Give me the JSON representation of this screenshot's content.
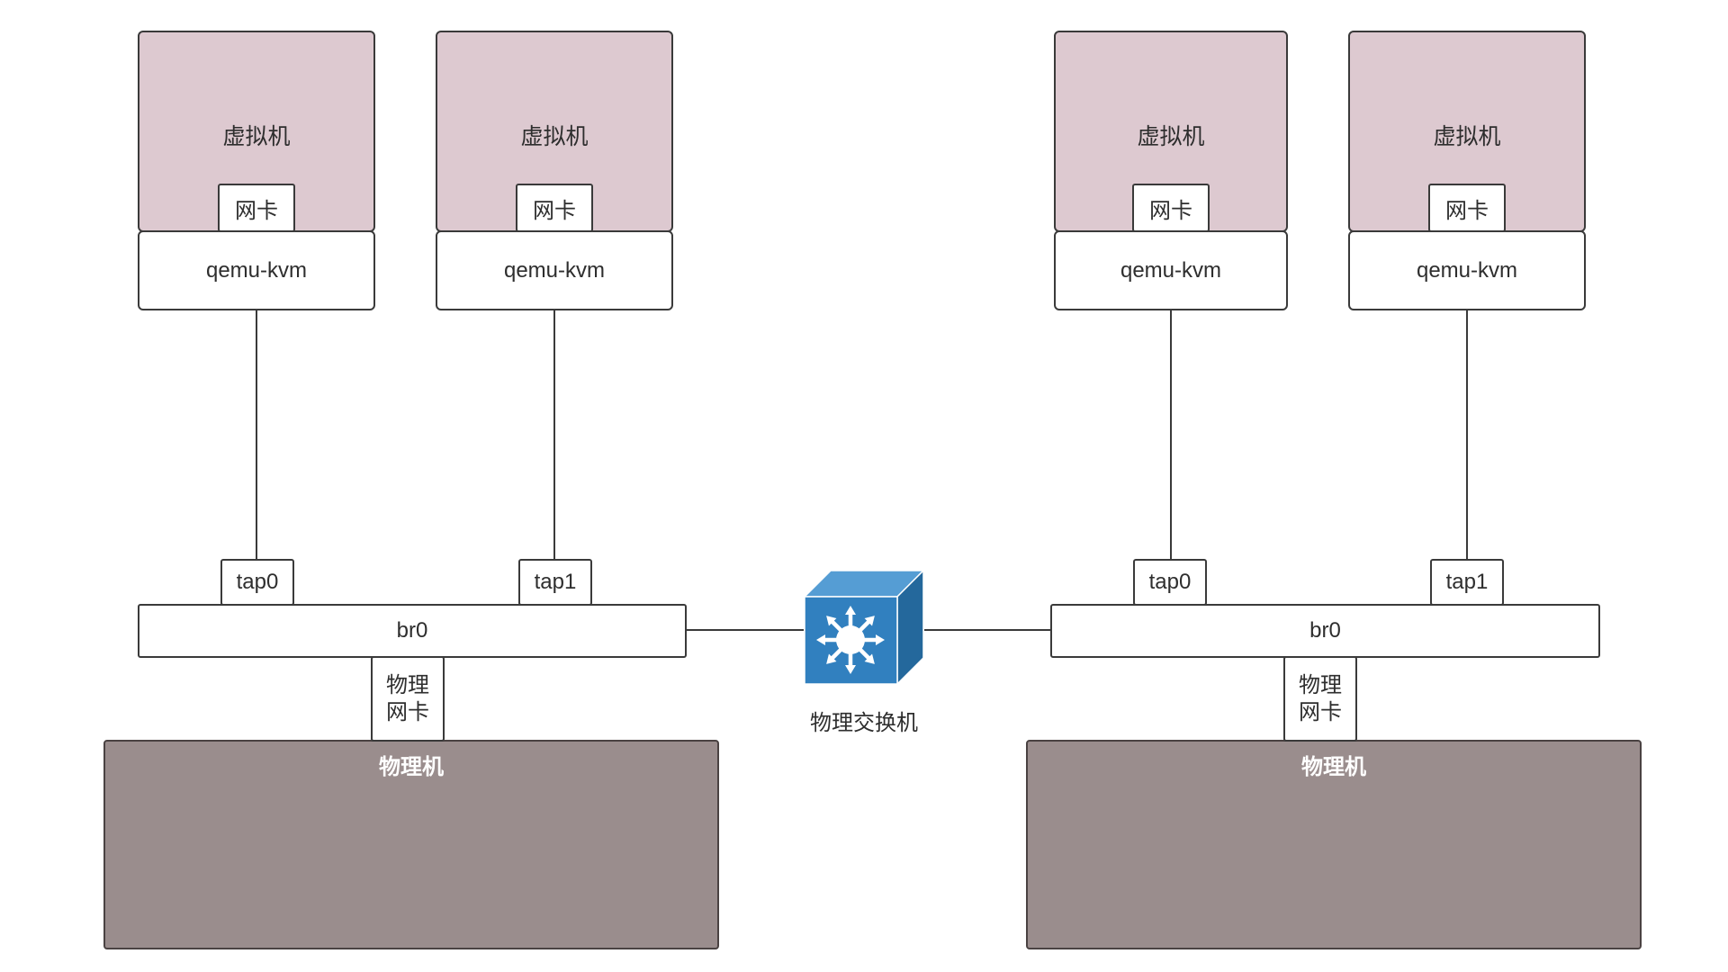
{
  "colors": {
    "vm_fill": "#ddc9d0",
    "host_fill": "#9a8d8d",
    "box_border": "#3a3a3a",
    "switch_front": "#3180bf",
    "switch_top": "#559dd4",
    "switch_side": "#24689c",
    "background": "#ffffff"
  },
  "switch": {
    "label": "物理交换机"
  },
  "hosts": [
    {
      "label": "物理机",
      "bridge": "br0",
      "phys_nic": "物理\n网卡",
      "vms": [
        {
          "label": "虚拟机",
          "nic": "网卡",
          "hypervisor": "qemu-kvm",
          "tap": "tap0"
        },
        {
          "label": "虚拟机",
          "nic": "网卡",
          "hypervisor": "qemu-kvm",
          "tap": "tap1"
        }
      ]
    },
    {
      "label": "物理机",
      "bridge": "br0",
      "phys_nic": "物理\n网卡",
      "vms": [
        {
          "label": "虚拟机",
          "nic": "网卡",
          "hypervisor": "qemu-kvm",
          "tap": "tap0"
        },
        {
          "label": "虚拟机",
          "nic": "网卡",
          "hypervisor": "qemu-kvm",
          "tap": "tap1"
        }
      ]
    }
  ]
}
